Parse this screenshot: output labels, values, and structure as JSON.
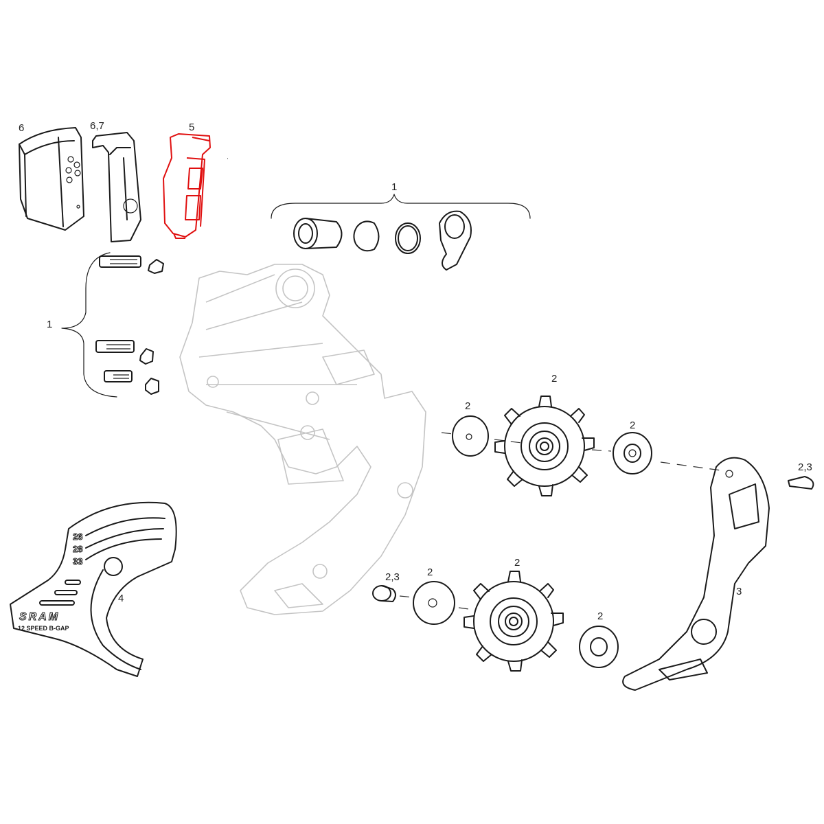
{
  "callouts": {
    "battery_cover": "6",
    "battery_clip": "6,7",
    "battery": "5",
    "pivot_kit": "1",
    "bolt_kit": "1",
    "upper_pulley": "2",
    "upper_washer_left": "2",
    "upper_washer_right": "2",
    "cage_bolt": "2,3",
    "cage": "3",
    "lower_pulley": "2",
    "lower_bolt": "2,3",
    "lower_washer_left": "2",
    "b_gap_tool": "4",
    "lower_washer_right": "2"
  },
  "tool_markings": {
    "sizes": [
      "26",
      "28",
      "33"
    ],
    "brand": "SRAM",
    "caption": "12 SPEED B-GAP"
  },
  "colors": {
    "highlight": "#e01010",
    "line": "#1a1a1a",
    "ghost_body": "#c4c4c4"
  }
}
